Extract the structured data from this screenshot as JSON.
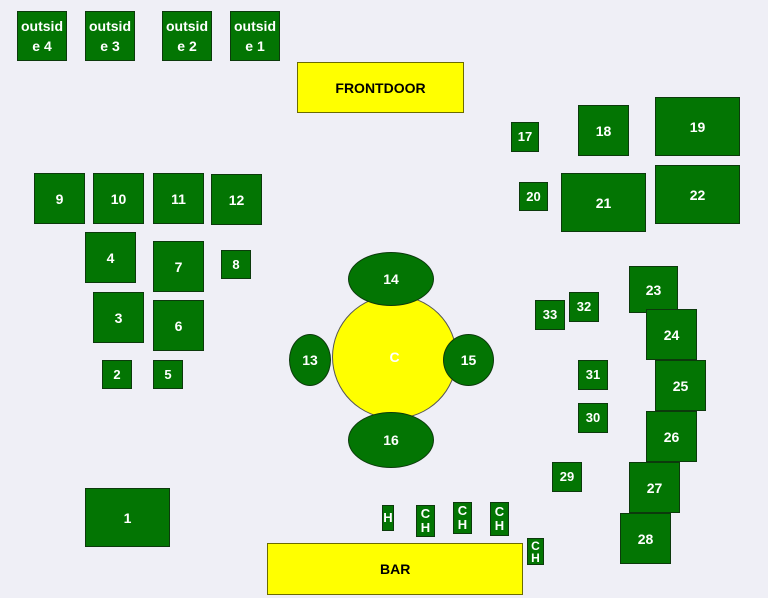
{
  "outside": [
    "outsid\ne 4",
    "outsid\ne 3",
    "outsid\ne 2",
    "outsid\ne 1"
  ],
  "frontdoor": "FRONTDOOR",
  "bar": "BAR",
  "center": "C",
  "tables": {
    "t1": "1",
    "t2": "2",
    "t3": "3",
    "t4": "4",
    "t5": "5",
    "t6": "6",
    "t7": "7",
    "t8": "8",
    "t9": "9",
    "t10": "10",
    "t11": "11",
    "t12": "12",
    "t13": "13",
    "t14": "14",
    "t15": "15",
    "t16": "16",
    "t17": "17",
    "t18": "18",
    "t19": "19",
    "t20": "20",
    "t21": "21",
    "t22": "22",
    "t23": "23",
    "t24": "24",
    "t25": "25",
    "t26": "26",
    "t27": "27",
    "t28": "28",
    "t29": "29",
    "t30": "30",
    "t31": "31",
    "t32": "32",
    "t33": "33"
  },
  "stools": [
    "H",
    "C\nH",
    "C\nH",
    "C\nH",
    "C\nH"
  ],
  "colors": {
    "table": "#037503",
    "fixture": "#ffff00",
    "background": "#efeff6"
  }
}
